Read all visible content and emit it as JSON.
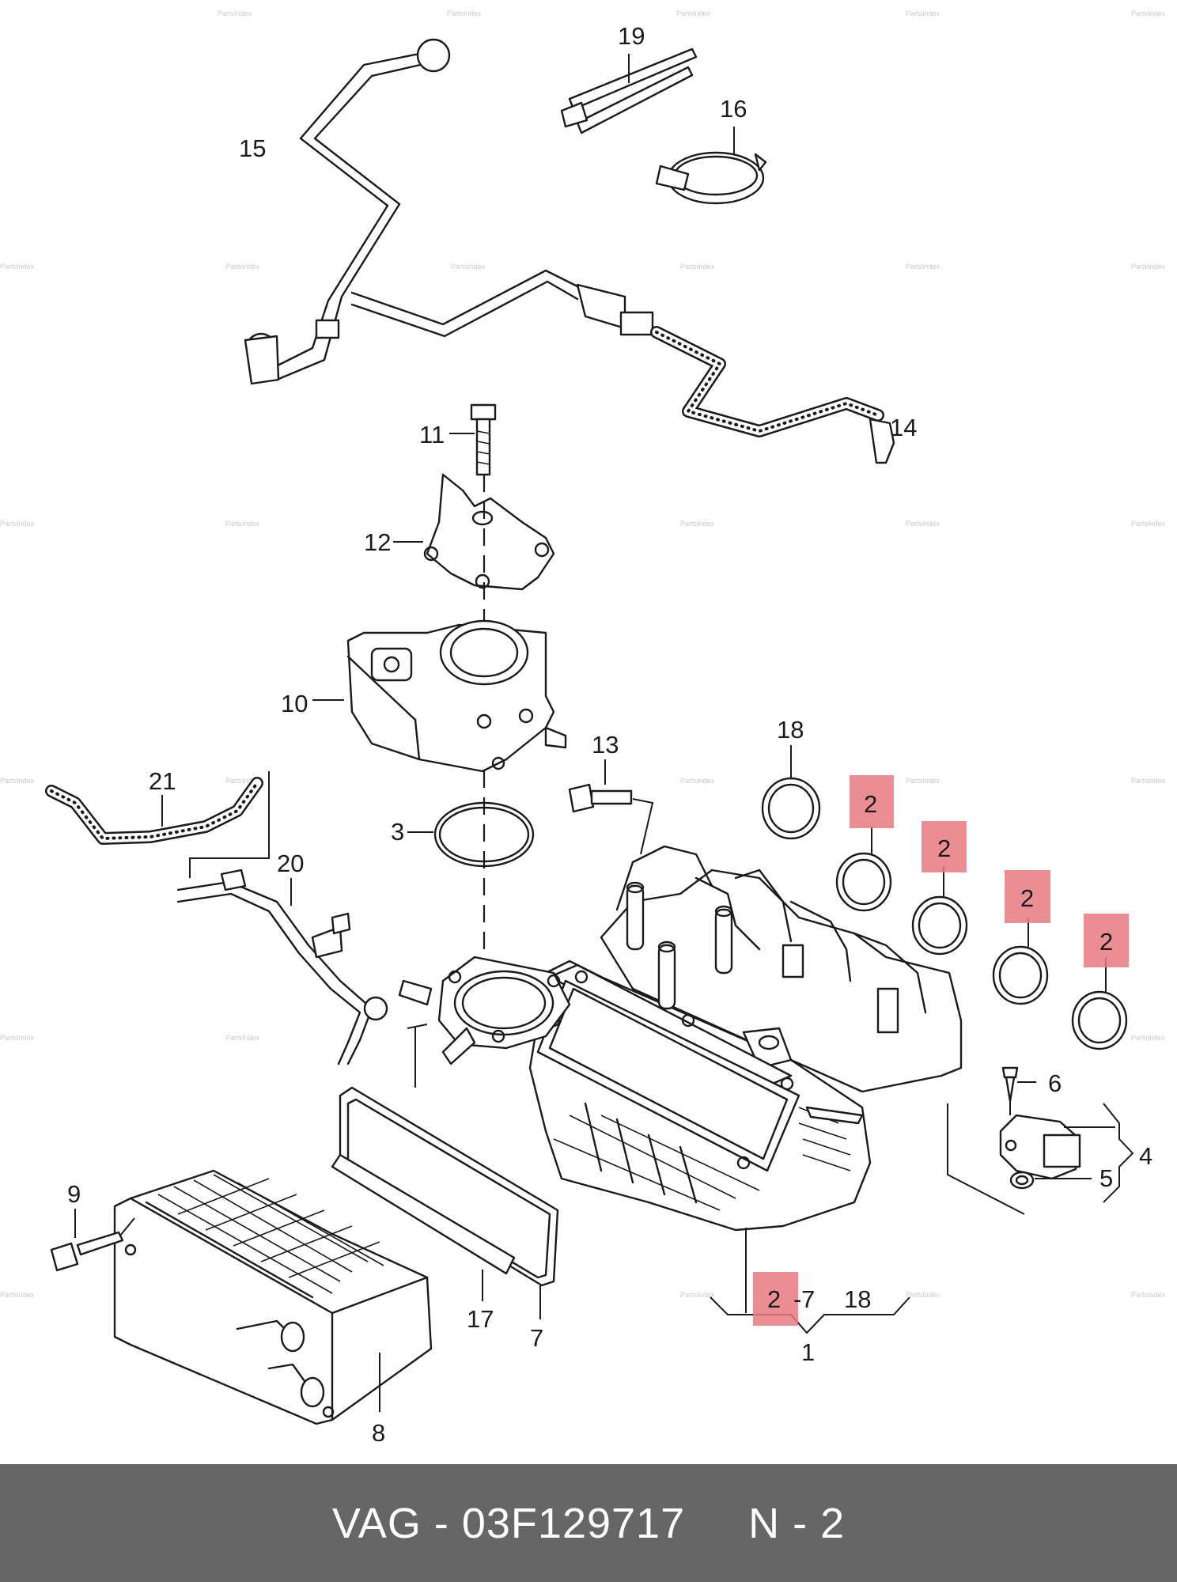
{
  "diagram": {
    "callouts": {
      "c1": "1",
      "c2a": "2",
      "c2b": "2",
      "c2c": "2",
      "c2d": "2",
      "c2e": "2",
      "c3": "3",
      "c4": "4",
      "c5": "5",
      "c6": "6",
      "c7a": "7",
      "c7b": "7",
      "c8": "8",
      "c9": "9",
      "c10": "10",
      "c11": "11",
      "c12": "12",
      "c13": "13",
      "c14": "14",
      "c15": "15",
      "c16": "16",
      "c17": "17",
      "c18a": "18",
      "c18b": "18",
      "c19": "19",
      "c20": "20",
      "c21": "21"
    },
    "highlight_color": "#e87a80",
    "watermark": "PartsIndex"
  },
  "footer": {
    "text": "VAG - 03F129717     N - 2",
    "background": "#666666"
  }
}
